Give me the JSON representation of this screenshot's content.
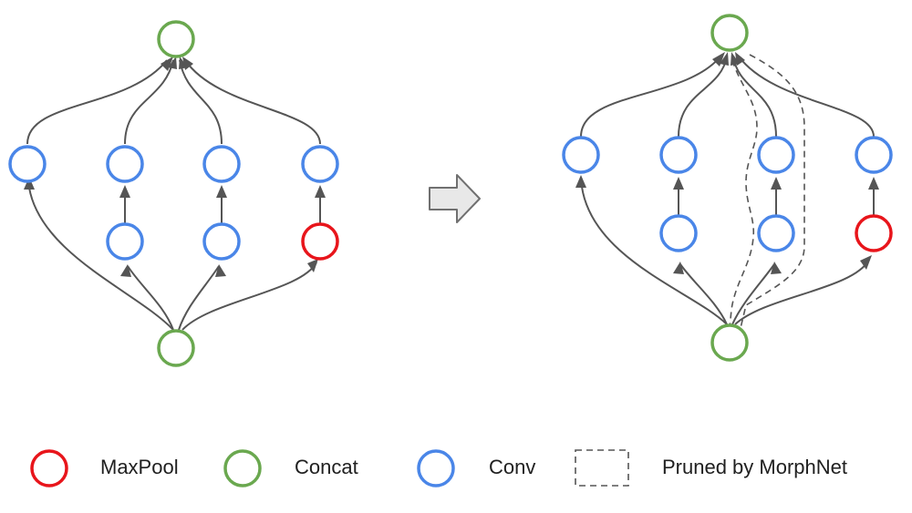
{
  "colors": {
    "maxpool": "#e8151b",
    "concat": "#6aa84f",
    "conv": "#4a86e8",
    "edge": "#555555",
    "pruned": "#555555",
    "arrow_fill": "#e8e8e8",
    "arrow_stroke": "#707070"
  },
  "legend": [
    {
      "kind": "maxpool",
      "label": "MaxPool"
    },
    {
      "kind": "concat",
      "label": "Concat"
    },
    {
      "kind": "conv",
      "label": "Conv"
    },
    {
      "kind": "pruned",
      "label": "Pruned by MorphNet"
    }
  ],
  "icons": {
    "transform_arrow": "right-arrow-icon"
  }
}
